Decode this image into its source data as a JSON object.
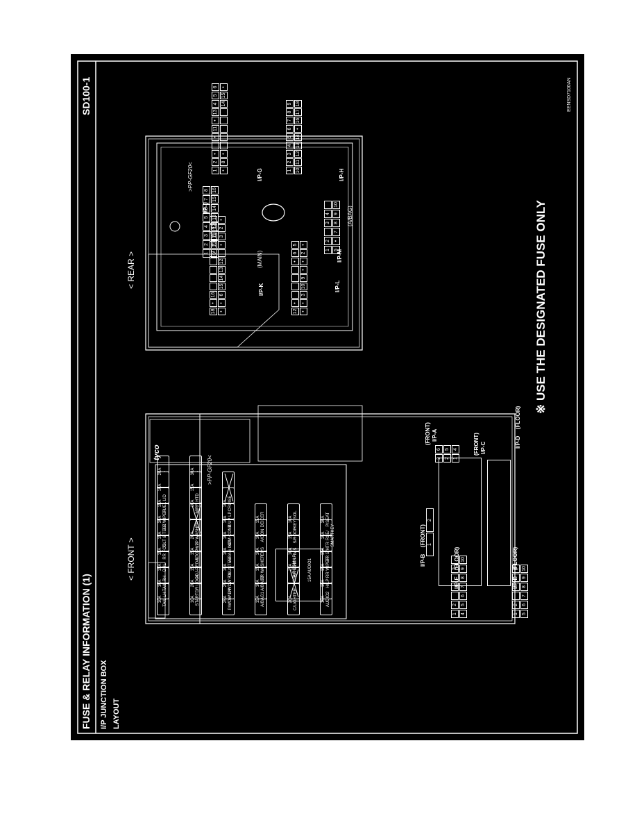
{
  "header": {
    "title": "FUSE & RELAY INFORMATION (1)",
    "code": "SD100-1",
    "subtitle1": "I/P JUNCTION BOX",
    "subtitle2": "LAYOUT",
    "doc_id": "EENSD7100AN"
  },
  "views": {
    "front": "< FRONT >",
    "rear": "< REAR >"
  },
  "front_box": {
    "brand": "tyco",
    "part_mark": ">PP-GF20<",
    "fuses": [
      [
        "10A",
        "TAIL LH"
      ],
      [
        "10A",
        "START"
      ],
      [
        "25A",
        "P/WDW LH"
      ],
      [
        "15A",
        "A/BAG1"
      ],
      [
        "20A",
        "C/LIGHTER"
      ],
      [
        "10A",
        "AUDIO2"
      ],
      [
        "10A",
        "TAIL RH"
      ],
      [
        "20A",
        "DR LOCK"
      ],
      [
        "25A",
        "P/WDW RH"
      ],
      [
        "10A",
        "A/BAG2"
      ],
      [
        "",
        ""
      ],
      [
        "10A",
        "H/LP"
      ],
      [
        "15A",
        "DRL"
      ],
      [
        "15A",
        "ADJ-PEDAL"
      ],
      [
        "10A",
        "CLUSTER"
      ],
      [
        "15A",
        "FR WASHER"
      ],
      [
        "15A",
        "RR S/HTR"
      ],
      [
        "15A",
        "RR WIPER"
      ],
      [
        "15A",
        "RR FOG"
      ],
      [
        "15A",
        "STOP LP"
      ],
      [
        "10A",
        "A/BAG IND"
      ],
      [
        "10A",
        "EPS"
      ],
      [
        "10A",
        "IMS"
      ],
      [
        "15A",
        "FR S/HTR"
      ],
      [
        "15A",
        "TILT & TELE"
      ],
      [
        "20A",
        "H/LP WASHER"
      ],
      [
        "10A",
        "ATM CONT"
      ],
      [
        "10A",
        "A/CON"
      ],
      [
        "15A",
        "S/ROOF"
      ],
      [
        "10A",
        "RSE/ SMARTKEY"
      ],
      [
        "30A",
        "FR WIPER"
      ],
      [
        "",
        ""
      ],
      [
        "10A",
        "B/UP LP"
      ],
      [
        "15A",
        "DEICER"
      ],
      [
        "10A",
        "KEY SOL"
      ],
      [
        "30A",
        "P/SEAT"
      ],
      [
        "15A",
        "FUEL LID"
      ],
      [
        "10A",
        "MIRR HTD"
      ],
      [
        "10A",
        "CRUISE"
      ],
      [
        "10A",
        "-"
      ],
      [
        "15A",
        "-"
      ],
      [
        "",
        ""
      ],
      [
        "20A",
        "-"
      ],
      [
        "30A",
        "-"
      ]
    ],
    "relays": [
      "10A ROOM LP",
      "15A AUDIO1"
    ],
    "connectors": {
      "ipa": {
        "label": "I/P-A",
        "note": "(FRONT)",
        "pins": [
          "3",
          "6",
          "2",
          "5",
          "1",
          "4"
        ]
      },
      "ipb": {
        "label": "I/P-B",
        "note": "(FRONT)",
        "pins": [
          "1",
          "2"
        ]
      },
      "ipc": {
        "label": "I/P-C",
        "note": "(FRONT)"
      },
      "ipd": {
        "label": "I/P-D",
        "note": "(FLOOR)"
      },
      "ipe": {
        "label": "I/P-E",
        "note": "(FLOOR)",
        "top": [
          "1",
          "2",
          "",
          "",
          "",
          "3"
        ],
        "bottom": [
          "4",
          "5",
          "6",
          "7",
          "8",
          "9",
          "10"
        ]
      },
      "ipf": {
        "label": "I/P-F",
        "note": "(FLOOR)",
        "top": [
          "1",
          "2",
          "",
          "",
          "3",
          "4"
        ],
        "bottom": [
          "5",
          "6",
          "7",
          "8",
          "9",
          "10"
        ]
      }
    }
  },
  "rear_box": {
    "part_mark": ">PP-GF20<",
    "main": "(MAIN)",
    "abag": "(A/BAG)",
    "connectors": {
      "ipk": {
        "label": "I/P-K",
        "top": [
          "18",
          "•",
          "16",
          "",
          "",
          "",
          "",
          "11",
          "•",
          "9",
          "8"
        ],
        "bottom": [
          "•",
          "•",
          "6",
          "15",
          "14",
          "13",
          "12",
          "",
          "•",
          "3",
          "2",
          "•"
        ]
      },
      "ipl": {
        "label": "I/P-L",
        "top": [
          "12",
          "•",
          "",
          "",
          "",
          "",
          "•",
          "6",
          "5"
        ],
        "bottom": [
          "•",
          "•",
          "3",
          "10",
          "9",
          "•",
          "•",
          "2",
          "•"
        ]
      },
      "ipj": {
        "label": "I/P-J",
        "top": [
          "1",
          "2",
          "3",
          "4",
          "5",
          "6",
          "7",
          "8"
        ],
        "bottom": [
          "9",
          "10",
          "11",
          "12",
          "13",
          "14",
          "15",
          "16"
        ]
      },
      "ipm": {
        "label": "I/P-M",
        "top": [
          "1",
          "2",
          "",
          "3",
          "4"
        ],
        "bottom": [
          "5",
          "•",
          "7",
          "8",
          "9",
          "10"
        ]
      },
      "ipg": {
        "label": "I/P-G",
        "top": [
          "1",
          "2",
          "•",
          "",
          "•",
          "11",
          "•",
          "13",
          "4",
          "5",
          "6"
        ],
        "bottom": [
          "•",
          "8",
          "•",
          "",
          "",
          "",
          "",
          "",
          "14",
          "15",
          "•"
        ]
      },
      "iph": {
        "label": "I/P-H",
        "top": [
          "1",
          "2",
          "3",
          "4",
          "5",
          "6",
          "7",
          "8",
          "9"
        ],
        "bottom": [
          "10",
          "11",
          "12",
          "13",
          "14",
          "•",
          "16",
          "17",
          "18"
        ]
      }
    }
  },
  "warning": "※ USE THE DESIGNATED FUSE ONLY"
}
